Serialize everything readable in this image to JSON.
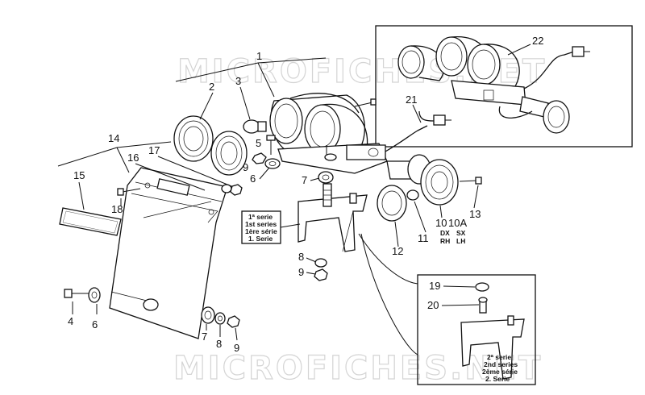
{
  "watermark": {
    "top": "MICROFICHES.NET",
    "bottom": "MICROFICHES.NET"
  },
  "callouts": {
    "c1": "1",
    "c2": "2",
    "c3": "3",
    "c4": "4",
    "c5": "5",
    "c6a": "6",
    "c6b": "6",
    "c7a": "7",
    "c7b": "7",
    "c8a": "8",
    "c8b": "8",
    "c9a": "9",
    "c9b": "9",
    "c9c": "9",
    "c10": "10",
    "c10a": "10A",
    "c11": "11",
    "c12": "12",
    "c13": "13",
    "c14": "14",
    "c15": "15",
    "c16": "16",
    "c17": "17",
    "c18": "18",
    "c19": "19",
    "c20": "20",
    "c21": "21",
    "c22": "22"
  },
  "side_labels": {
    "dx": "DX",
    "rh": "RH",
    "sx": "SX",
    "lh": "LH"
  },
  "series_note_1": [
    "1ª serie",
    "1st series",
    "1ère série",
    "1. Serie"
  ],
  "series_note_2": [
    "2ª serie",
    "2nd series",
    "2ème série",
    "2. Serie"
  ]
}
